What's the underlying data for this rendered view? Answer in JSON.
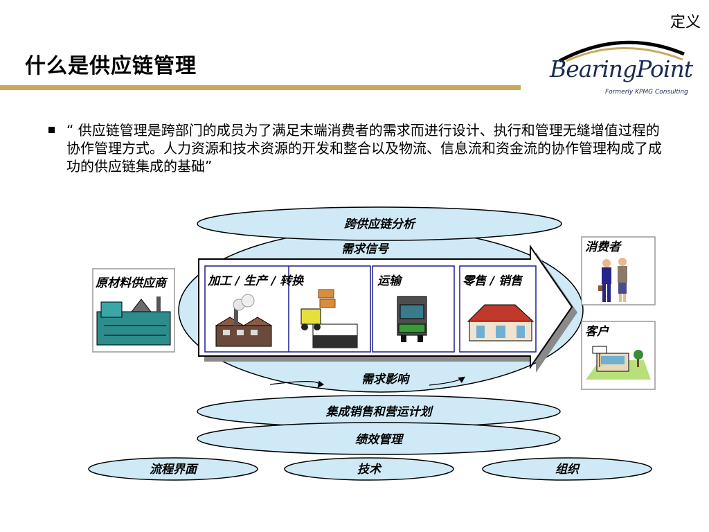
{
  "header": {
    "corner_label": "定义",
    "title": "什么是供应链管理"
  },
  "logo": {
    "wordmark": "BearingPoint",
    "tagline": "Formerly KPMG Consulting"
  },
  "definition": {
    "text": "“ 供应链管理是跨部门的成员为了满足末端消费者的需求而进行设计、执行和管理无缝增值过程的协作管理方式。人力资源和技术资源的开发和整合以及物流、信息流和资金流的协作管理构成了成功的供应链集成的基础”"
  },
  "diagram": {
    "top_ellipse": "跨供应链分析",
    "demand_signal": "需求信号",
    "supplier": "原材料供应商",
    "stages": [
      "加工 / 生产 / 转换",
      "运输",
      "零售 / 销售"
    ],
    "consumer": "消费者",
    "customer": "客户",
    "demand_impact": "需求影响",
    "planning": "集成销售和营运计划",
    "performance": "绩效管理",
    "foundations": [
      "流程界面",
      "技术",
      "组织"
    ]
  },
  "colors": {
    "ellipse_fill": "#cfeaf6",
    "title_rule": "#c8a95c",
    "box_border": "#1b1b8f",
    "logo_navy": "#1a2b52"
  }
}
